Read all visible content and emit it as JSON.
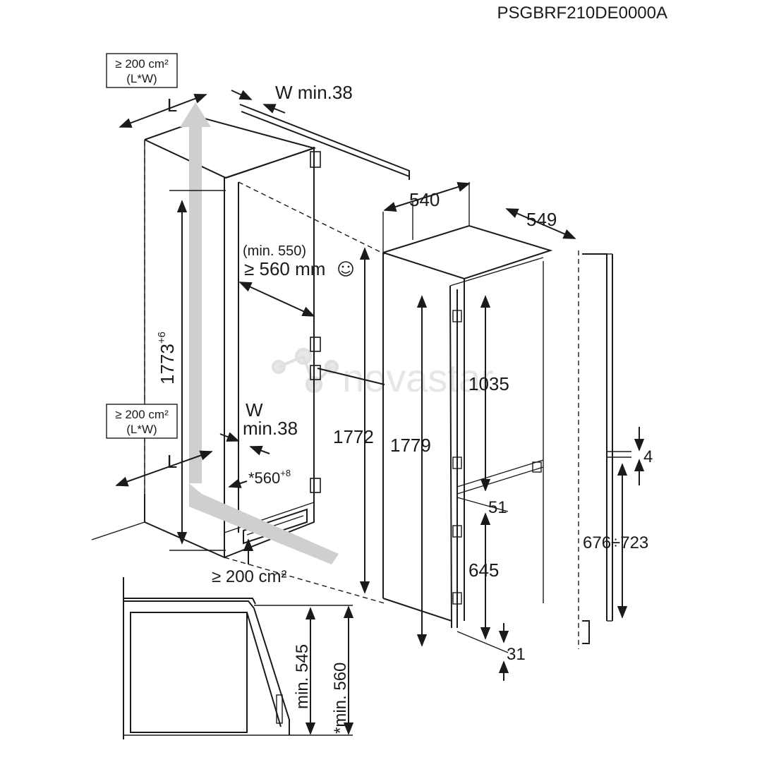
{
  "header": {
    "model_code": "PSGBRF210DE0000A"
  },
  "labels": {
    "vent_top": {
      "line1": "≥ 200 cm²",
      "line2": "(L*W)"
    },
    "vent_mid": {
      "line1": "≥ 200 cm²",
      "line2": "(L*W)"
    },
    "vent_bottom": "≥ 200 cm²",
    "l_top": "L",
    "l_bottom": "L",
    "w_top": "W min.38",
    "w_mid_1": "W",
    "w_mid_2": "min.38",
    "depth_min_1": "(min. 550)",
    "depth_min_2": "≥ 560 mm",
    "niche_width": "*560",
    "niche_width_sup": "+8",
    "niche_height": "1773",
    "niche_height_sup": "+6",
    "height_1772": "1772",
    "height_1779": "1779",
    "height_1035": "1035",
    "height_645": "645",
    "width_540": "540",
    "depth_549": "549",
    "gap_51": "51",
    "gap_31": "31",
    "gap_4": "4",
    "door_range": "676÷723",
    "side_min_545": "min. 545",
    "side_min_560": "*min. 560"
  },
  "watermark": {
    "text": "novastar"
  },
  "icons": {
    "smiley": "smiley-icon"
  }
}
